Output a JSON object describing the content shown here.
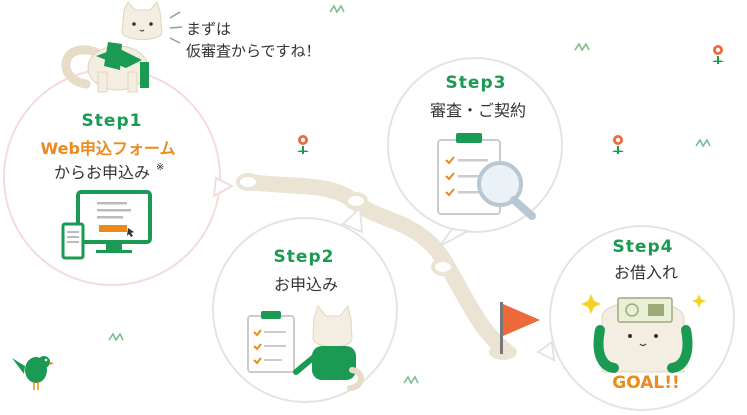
{
  "speech": {
    "line1": "まずは",
    "line2": "仮審査からですね！"
  },
  "steps": [
    {
      "num": "Step1",
      "line1": "Web申込フォーム",
      "line2": "からお申込み",
      "note": "※"
    },
    {
      "num": "Step2",
      "line1": "お申込み"
    },
    {
      "num": "Step3",
      "line1": "審査・ご契約"
    },
    {
      "num": "Step4",
      "line1": "お借入れ",
      "goal": "GOAL!!"
    }
  ],
  "colors": {
    "green": "#1a9a52",
    "orange": "#ec8a1c",
    "path": "#ebe3d3",
    "bubble_border": "#e4e4e4",
    "flag": "#ef6a3a"
  },
  "icons": [
    "cat",
    "computer",
    "smartphone",
    "clipboard",
    "magnifier",
    "flag",
    "flower",
    "bird",
    "grass",
    "sparkle",
    "banknote"
  ]
}
